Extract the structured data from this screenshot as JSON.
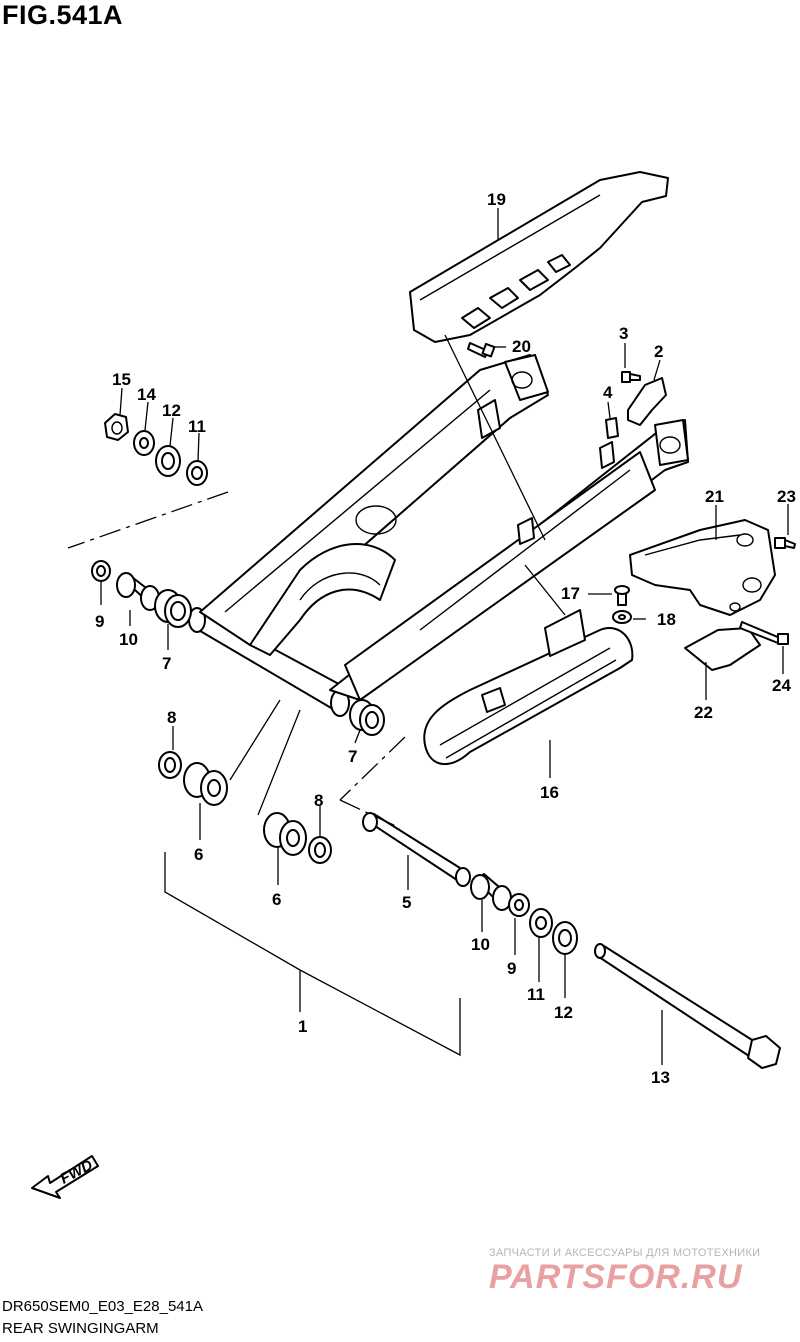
{
  "figure": {
    "title": "FIG.541A",
    "code": "DR650SEM0_E03_E28_541A",
    "name": "REAR SWINGINGARM"
  },
  "fwd_label": "FWD",
  "watermark": {
    "tagline": "ЗАПЧАСТИ И АКСЕССУАРЫ ДЛЯ МОТОТЕХНИКИ",
    "brand": "PARTSFOR.RU"
  },
  "callouts": {
    "c1": "1",
    "c2": "2",
    "c3": "3",
    "c4": "4",
    "c5": "5",
    "c6a": "6",
    "c6b": "6",
    "c7a": "7",
    "c7b": "7",
    "c8a": "8",
    "c8b": "8",
    "c9a": "9",
    "c9b": "9",
    "c10a": "10",
    "c10b": "10",
    "c11a": "11",
    "c11b": "11",
    "c12a": "12",
    "c12b": "12",
    "c13": "13",
    "c14": "14",
    "c15": "15",
    "c16": "16",
    "c17": "17",
    "c18": "18",
    "c19": "19",
    "c20": "20",
    "c21": "21",
    "c22": "22",
    "c23": "23",
    "c24": "24"
  }
}
